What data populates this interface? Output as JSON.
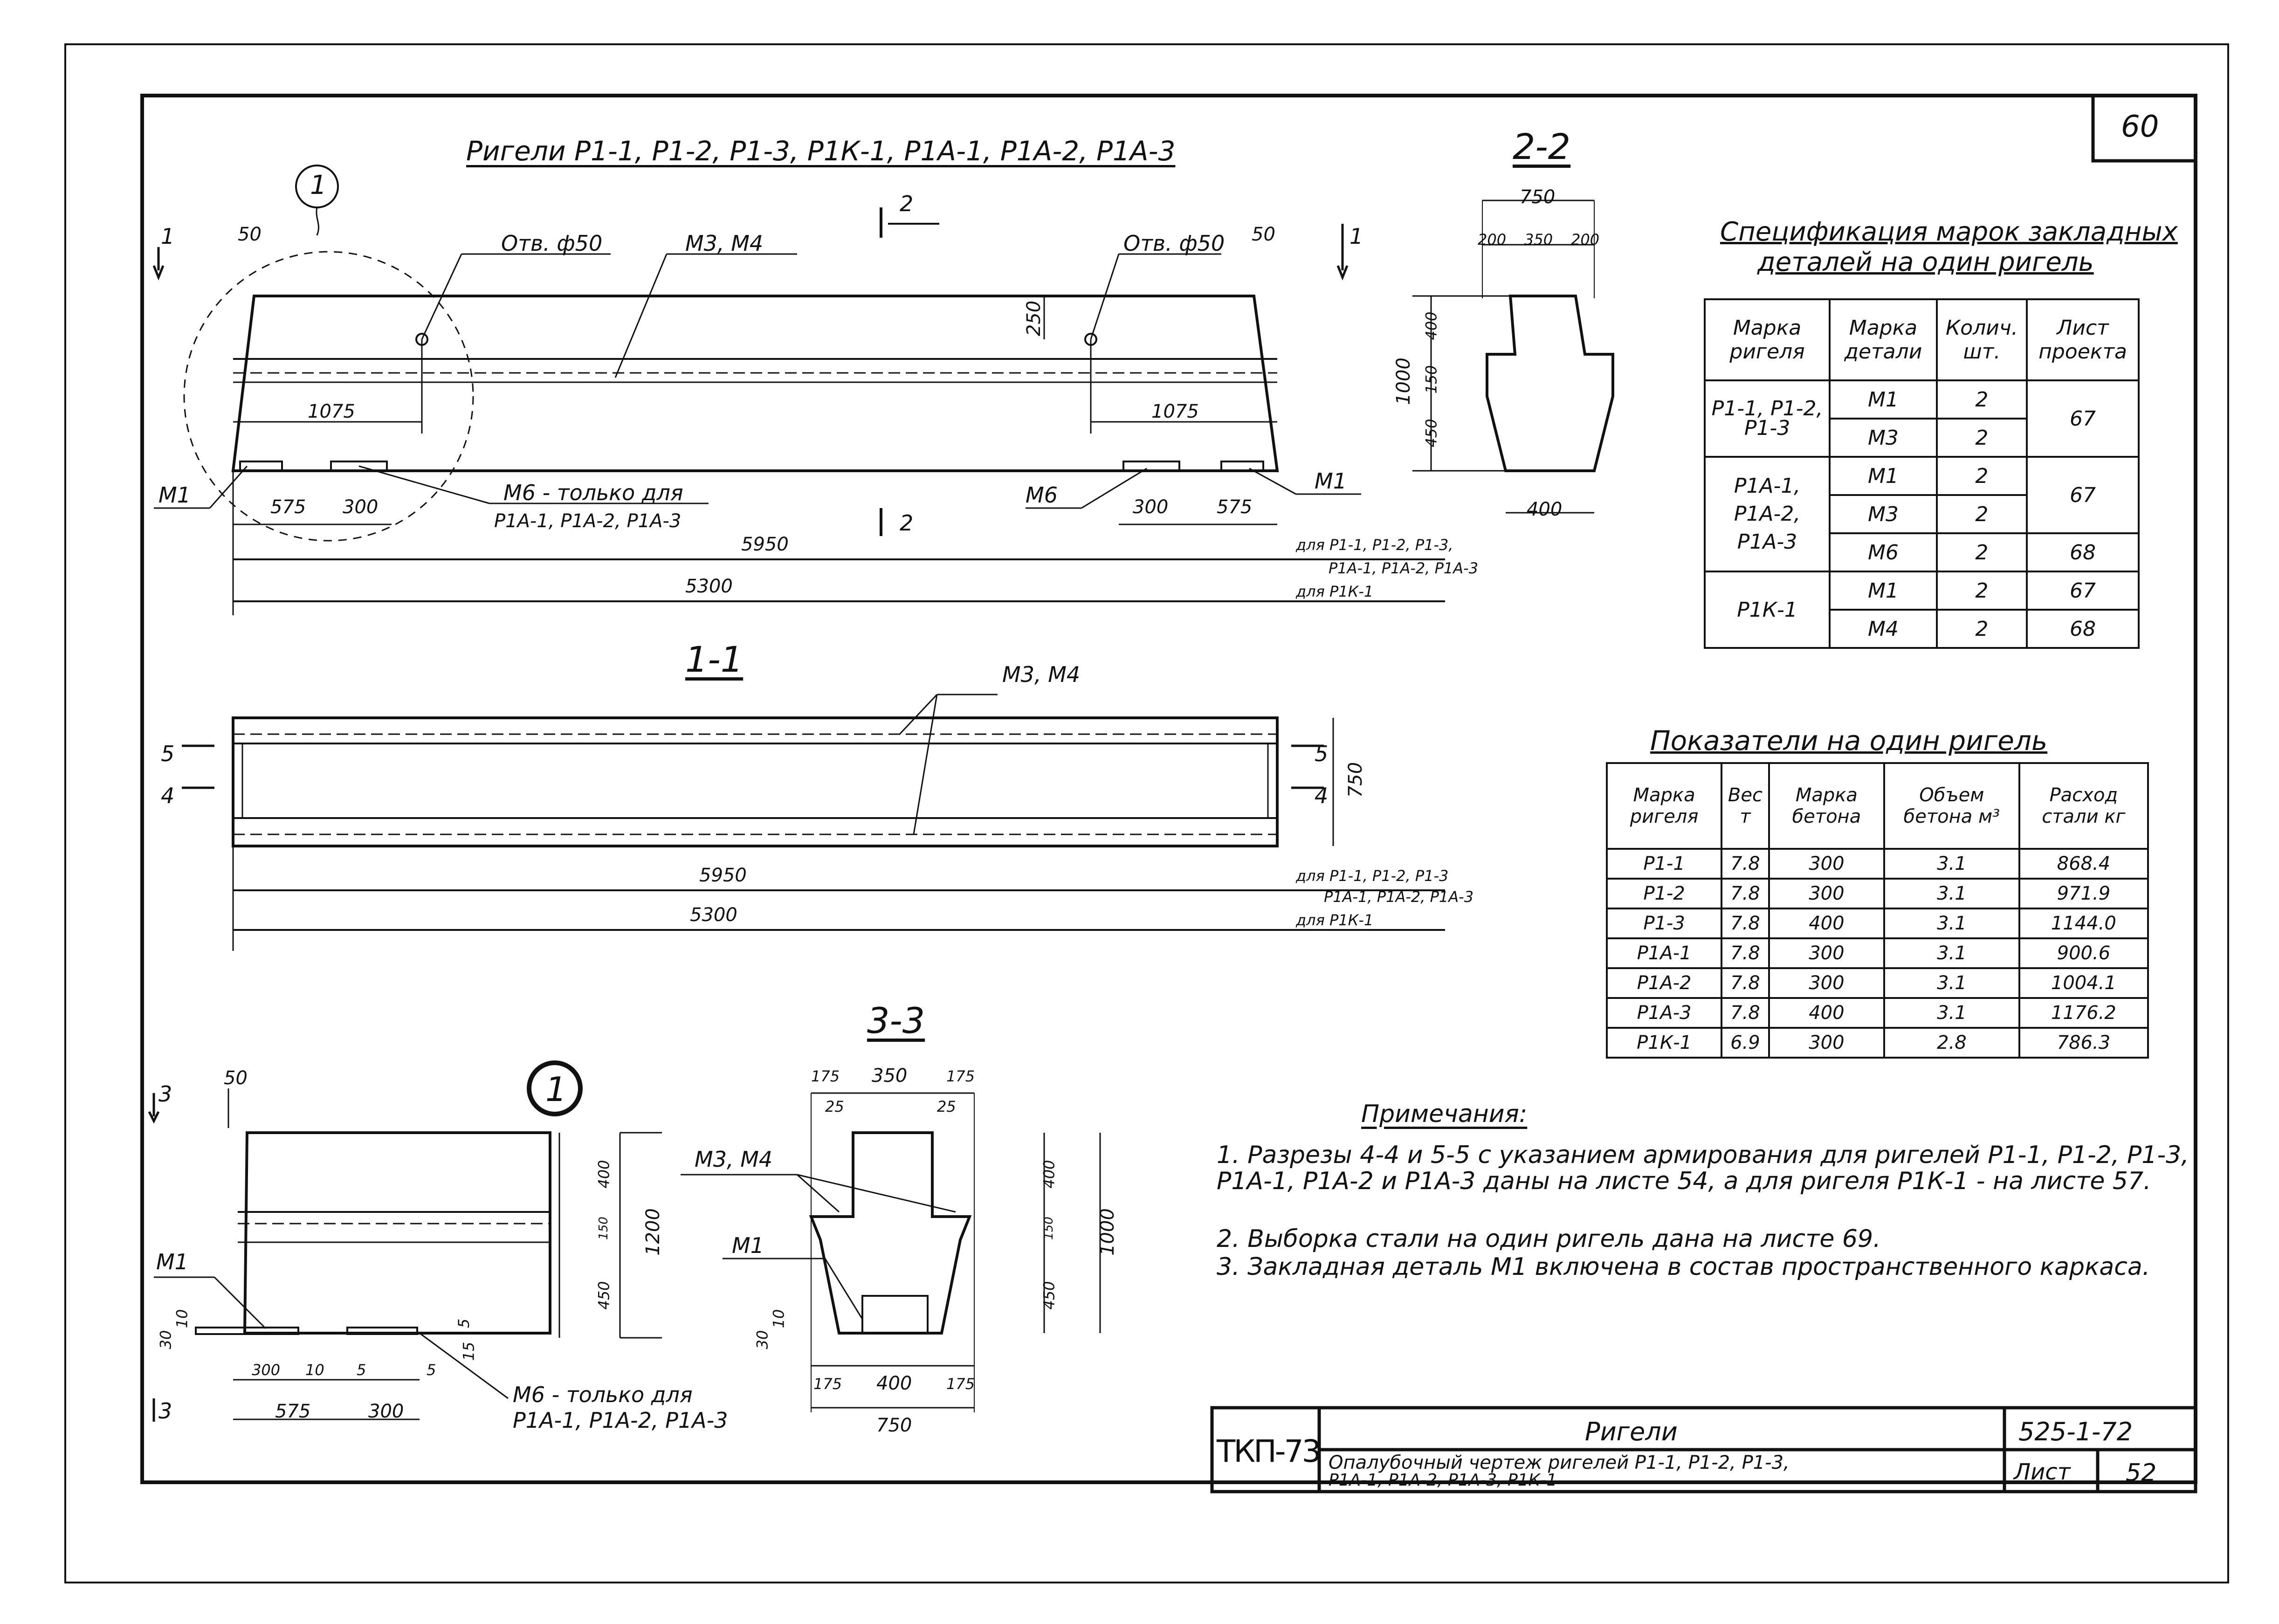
{
  "sheet_number": "60",
  "title": "Ригели Р1-1, Р1-2, Р1-3, Р1К-1, Р1А-1, Р1А-2, Р1А-3",
  "elevation": {
    "callout": "1",
    "section_marks": [
      "1",
      "2"
    ],
    "hole_left": "Отв. ф50",
    "hole_right": "Отв. ф50",
    "embed_top": "М3, М4",
    "dim_50": "50",
    "dim_250": "250",
    "dim_1075": "1075",
    "dim_575": "575",
    "dim_300": "300",
    "m1": "М1",
    "m6": "М6",
    "m6_note_1": "М6 - только для",
    "m6_note_2": "Р1А-1, Р1А-2, Р1А-3",
    "len_5950": "5950",
    "len_5300": "5300",
    "for_1": "для Р1-1, Р1-2, Р1-3,",
    "for_2": "Р1А-1, Р1А-2, Р1А-3",
    "for_3": "для Р1К-1"
  },
  "section_2_2": {
    "title": "2-2",
    "w750": "750",
    "w200a": "200",
    "w350": "350",
    "w200b": "200",
    "h1000": "1000",
    "h400": "400",
    "h150": "150",
    "h450": "450",
    "w400": "400"
  },
  "plan_1_1": {
    "title": "1-1",
    "embed": "М3, М4",
    "mark5": "5",
    "mark4": "4",
    "h750": "750",
    "len_5950": "5950",
    "len_5300": "5300",
    "for_1": "для Р1-1, Р1-2, Р1-3",
    "for_2": "Р1А-1, Р1А-2, Р1А-3",
    "for_3": "для Р1К-1"
  },
  "detail_1": {
    "callout": "1",
    "mark3": "3",
    "d50": "50",
    "d400": "400",
    "d150": "150",
    "d1200": "1200",
    "d450": "450",
    "m1": "М1",
    "d30": "30",
    "d10": "10",
    "d5": "5",
    "d15": "15",
    "d300": "300",
    "d575": "575",
    "m6_note_1": "М6 - только для",
    "m6_note_2": "Р1А-1, Р1А-2, Р1А-3"
  },
  "section_3_3": {
    "title": "3-3",
    "t175a": "175",
    "t350": "350",
    "t175b": "175",
    "t25a": "25",
    "t25b": "25",
    "embed": "М3, М4",
    "m1": "М1",
    "d400": "400",
    "d150": "150",
    "d450": "450",
    "d1000": "1000",
    "d30": "30",
    "d10": "10",
    "b175a": "175",
    "b400": "400",
    "b175b": "175",
    "b750": "750"
  },
  "spec_table": {
    "title_1": "Спецификация марок закладных",
    "title_2": "деталей на один ригель",
    "headers": [
      "Марка ригеля",
      "Марка детали",
      "Колич. шт.",
      "Лист проекта"
    ],
    "groups": [
      {
        "rigel": "Р1-1, Р1-2, Р1-3",
        "rows": [
          [
            "М1",
            "2"
          ],
          [
            "М3",
            "2"
          ]
        ],
        "sheet": "67"
      },
      {
        "rigel": "Р1А-1, Р1А-2, Р1А-3",
        "rows": [
          [
            "М1",
            "2"
          ],
          [
            "М3",
            "2"
          ],
          [
            "М6",
            "2"
          ]
        ],
        "sheets": [
          "67",
          "68"
        ]
      },
      {
        "rigel": "Р1К-1",
        "rows": [
          [
            "М1",
            "2",
            "67"
          ],
          [
            "М4",
            "2",
            "68"
          ]
        ]
      }
    ]
  },
  "index_table": {
    "title": "Показатели на один ригель",
    "headers": [
      "Марка ригеля",
      "Вес т",
      "Марка бетона",
      "Объем бетона м³",
      "Расход стали кг"
    ],
    "rows": [
      [
        "Р1-1",
        "7.8",
        "300",
        "3.1",
        "868.4"
      ],
      [
        "Р1-2",
        "7.8",
        "300",
        "3.1",
        "971.9"
      ],
      [
        "Р1-3",
        "7.8",
        "400",
        "3.1",
        "1144.0"
      ],
      [
        "Р1А-1",
        "7.8",
        "300",
        "3.1",
        "900.6"
      ],
      [
        "Р1А-2",
        "7.8",
        "300",
        "3.1",
        "1004.1"
      ],
      [
        "Р1А-3",
        "7.8",
        "400",
        "3.1",
        "1176.2"
      ],
      [
        "Р1К-1",
        "6.9",
        "300",
        "2.8",
        "786.3"
      ]
    ]
  },
  "notes": {
    "title": "Примечания:",
    "items": [
      "1. Разрезы 4-4 и 5-5 с указанием армирования для ригелей Р1-1, Р1-2, Р1-3, Р1А-1, Р1А-2 и Р1А-3 даны на листе 54, а для ригеля Р1К-1 - на листе 57.",
      "2. Выборка стали на один ригель дана на листе 69.",
      "3. Закладная деталь М1 включена в состав пространственного каркаса."
    ]
  },
  "stamp": {
    "code": "ТКП-73",
    "name": "Ригели",
    "series": "525-1-72",
    "desc_1": "Опалубочный чертеж ригелей Р1-1, Р1-2, Р1-3,",
    "desc_2": "Р1А-1, Р1А-2, Р1А-3, Р1К-1",
    "sheet_label": "Лист",
    "sheet_no": "52"
  }
}
